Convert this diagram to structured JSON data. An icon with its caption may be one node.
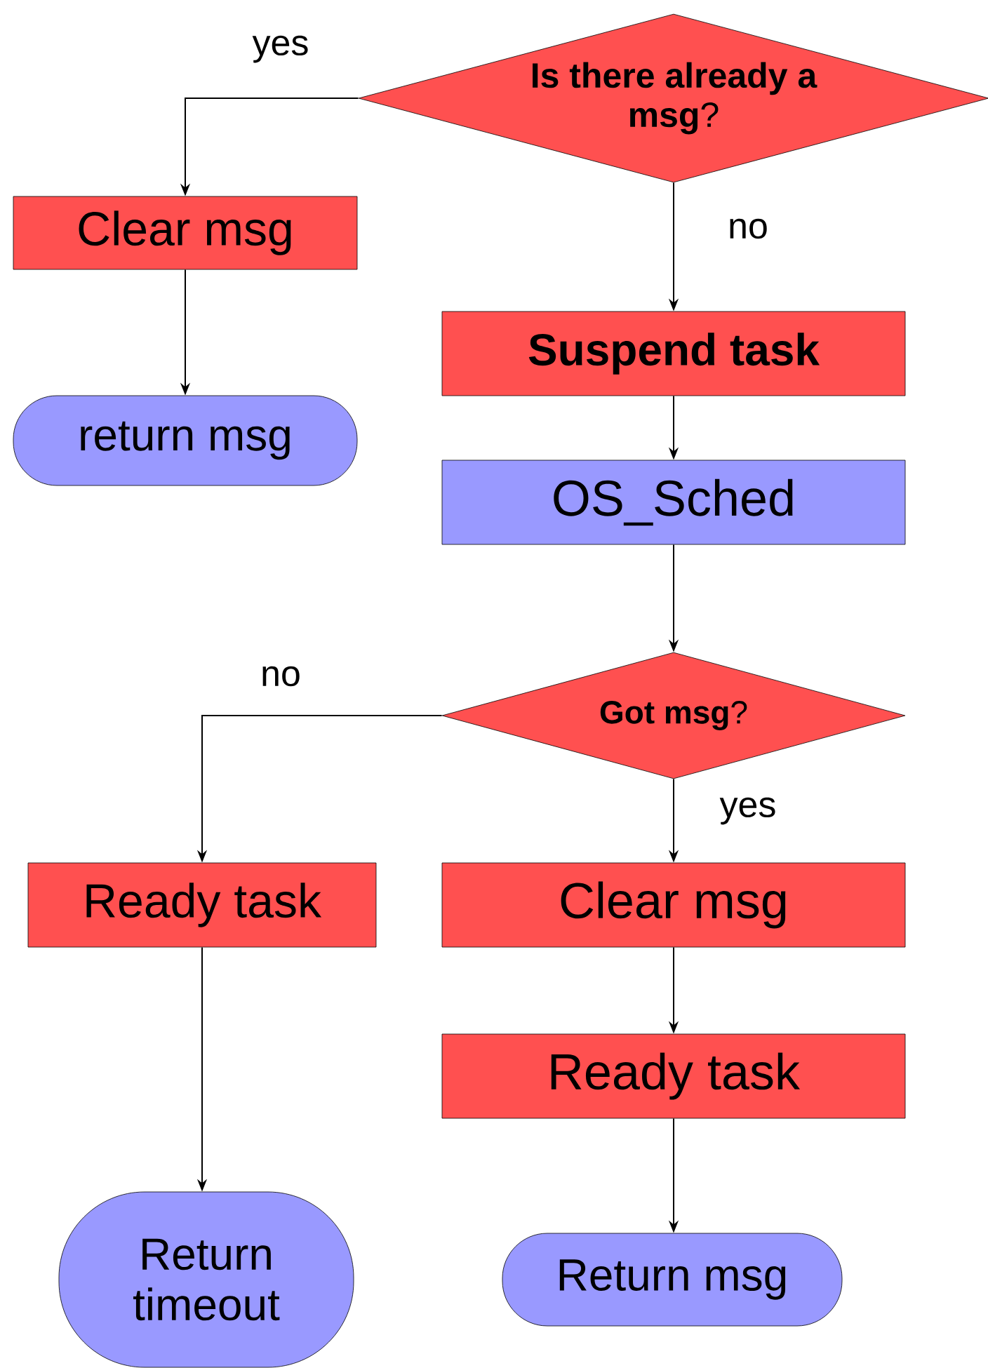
{
  "diagram": {
    "nodes": [
      {
        "text": [
          "**Is there already a msg**?"
        ]
      },
      {
        "text": [
          "Clear msg"
        ]
      },
      {
        "text": [
          "return msg"
        ]
      },
      {
        "text": [
          "Suspend task"
        ]
      },
      {
        "text": [
          "OS_Sched"
        ]
      },
      {
        "text": [
          "**Got  msg**?"
        ]
      },
      {
        "text": [
          "Ready task"
        ]
      },
      {
        "text": [
          "Clear msg"
        ]
      },
      {
        "text": [
          "Ready task"
        ]
      },
      {
        "text": [
          "Return timeout"
        ]
      },
      {
        "text": [
          "Return msg"
        ]
      }
    ],
    "edges": [
      {
        "from": 0,
        "to": 1,
        "arrow": "to",
        "label": "yes"
      },
      {
        "from": 1,
        "to": 2,
        "arrow": "to"
      },
      {
        "from": 0,
        "to": 3,
        "arrow": "to",
        "label": "no"
      },
      {
        "from": 3,
        "to": 4,
        "arrow": "to"
      },
      {
        "from": 4,
        "to": 5,
        "arrow": "to"
      },
      {
        "from": 5,
        "to": 6,
        "arrow": "to",
        "label": "no"
      },
      {
        "from": 5,
        "to": 7,
        "arrow": "to",
        "label": "yes"
      },
      {
        "from": 7,
        "to": 8,
        "arrow": "to"
      },
      {
        "from": 6,
        "to": 9,
        "arrow": "to"
      },
      {
        "from": 8,
        "to": 10,
        "arrow": "to"
      }
    ]
  }
}
